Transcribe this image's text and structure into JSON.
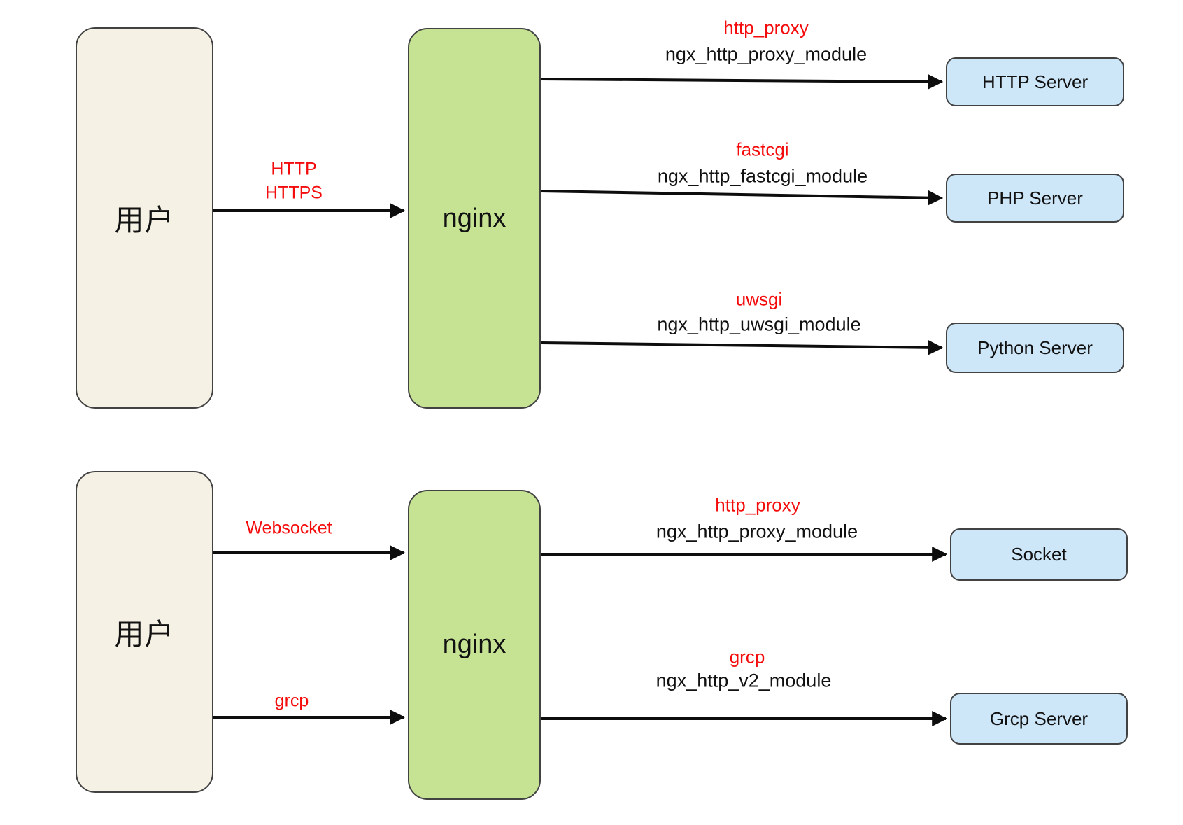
{
  "colors": {
    "user_box_fill": "#F5F1E4",
    "nginx_box_fill": "#C6E394",
    "server_box_fill": "#CDE6F8",
    "box_border": "#424242",
    "label_red": "#F40B0B",
    "text_black": "#111111",
    "arrow_black": "#0D0D0D"
  },
  "top_flow": {
    "user_label": "用户",
    "nginx_label": "nginx",
    "client_edge": {
      "lines": [
        "HTTP",
        "HTTPS"
      ]
    },
    "edges": [
      {
        "protocol": "http_proxy",
        "module": "ngx_http_proxy_module",
        "target": "HTTP Server"
      },
      {
        "protocol": "fastcgi",
        "module": "ngx_http_fastcgi_module",
        "target": "PHP Server"
      },
      {
        "protocol": "uwsgi",
        "module": "ngx_http_uwsgi_module",
        "target": "Python Server"
      }
    ]
  },
  "bottom_flow": {
    "user_label": "用户",
    "nginx_label": "nginx",
    "client_edges": [
      {
        "label": "Websocket"
      },
      {
        "label": "grcp"
      }
    ],
    "edges": [
      {
        "protocol": "http_proxy",
        "module": "ngx_http_proxy_module",
        "target": "Socket"
      },
      {
        "protocol": "grcp",
        "module": "ngx_http_v2_module",
        "target": "Grcp Server"
      }
    ]
  }
}
